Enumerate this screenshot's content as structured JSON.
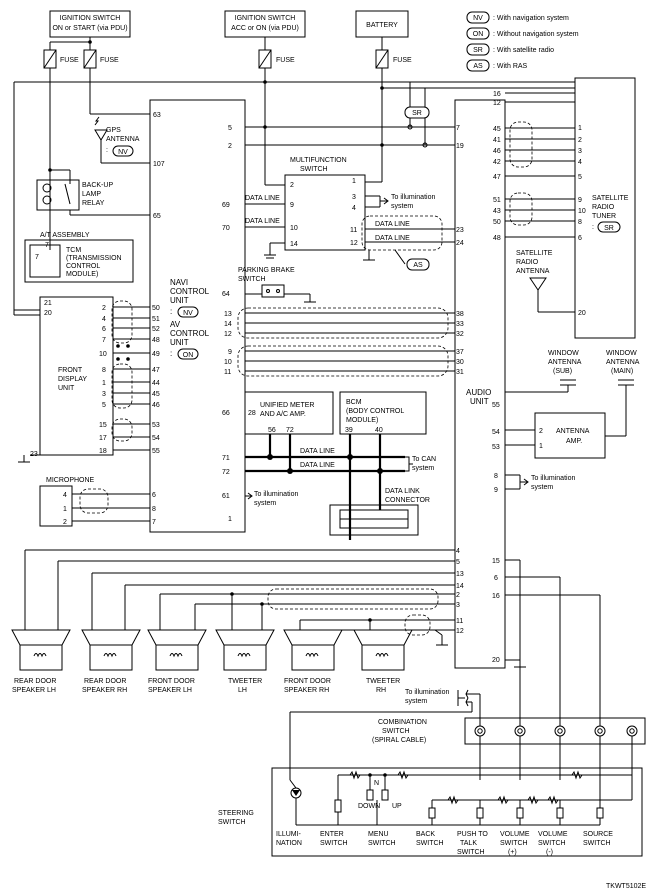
{
  "sources": {
    "ign_on": [
      "IGNITION SWITCH",
      "ON or START (via PDU)"
    ],
    "ign_acc": [
      "IGNITION SWITCH",
      "ACC or ON (via PDU)"
    ],
    "battery": "BATTERY",
    "fuse": "FUSE"
  },
  "legend": [
    {
      "code": "NV",
      "text": ": With navigation system"
    },
    {
      "code": "ON",
      "text": ": Without navigation system"
    },
    {
      "code": "SR",
      "text": ": With satellite radio"
    },
    {
      "code": "AS",
      "text": ": With RAS"
    }
  ],
  "components": {
    "gps": [
      "GPS",
      "ANTENNA",
      ": "
    ],
    "backup_relay": [
      "BACK-UP",
      "LAMP",
      "RELAY"
    ],
    "at_assembly": "A/T ASSEMBLY",
    "tcm": [
      "TCM",
      "(TRANSMISSION",
      "CONTROL",
      "MODULE)"
    ],
    "multifunction": [
      "MULTIFUNCTION",
      "SWITCH"
    ],
    "parking_brake": [
      "PARKING BRAKE",
      "SWITCH"
    ],
    "navi_unit": [
      "NAVI",
      "CONTROL",
      "UNIT",
      ": "
    ],
    "av_unit": [
      "AV",
      "CONTROL",
      "UNIT",
      ": "
    ],
    "front_display": [
      "FRONT",
      "DISPLAY",
      "UNIT"
    ],
    "meter": [
      "UNIFIED METER",
      "AND A/C AMP."
    ],
    "bcm": [
      "BCM",
      "(BODY CONTROL",
      "MODULE)"
    ],
    "data_link": [
      "DATA LINK",
      "CONNECTOR"
    ],
    "microphone": "MICROPHONE",
    "audio_unit": [
      "AUDIO",
      "UNIT"
    ],
    "sat_tuner": [
      "SATELLITE",
      "RADIO",
      "TUNER",
      ": "
    ],
    "sat_antenna": [
      "SATELLITE",
      "RADIO",
      "ANTENNA"
    ],
    "win_ant_sub": [
      "WINDOW",
      "ANTENNA",
      "(SUB)"
    ],
    "win_ant_main": [
      "WINDOW",
      "ANTENNA",
      "(MAIN)"
    ],
    "antenna_amp": [
      "ANTENNA",
      "AMP."
    ],
    "combination": [
      "COMBINATION",
      "SWITCH",
      "(SPIRAL CABLE)"
    ],
    "steering": [
      "STEERING",
      "SWITCH"
    ]
  },
  "labels": {
    "data_line": "DATA LINE",
    "to_illum": [
      "To illumination",
      "system"
    ],
    "to_can": [
      "To CAN",
      "system"
    ],
    "down": "DOWN",
    "up": "UP",
    "n": "N"
  },
  "speakers": [
    [
      "REAR DOOR",
      "SPEAKER LH"
    ],
    [
      "REAR DOOR",
      "SPEAKER RH"
    ],
    [
      "FRONT DOOR",
      "SPEAKER LH"
    ],
    [
      "TWEETER",
      "LH"
    ],
    [
      "FRONT DOOR",
      "SPEAKER RH"
    ],
    [
      "TWEETER",
      "RH"
    ]
  ],
  "switches": [
    [
      "ILLUMI-",
      "NATION"
    ],
    [
      "ENTER",
      "SWITCH"
    ],
    [
      "MENU",
      "SWITCH"
    ],
    [
      "BACK",
      "SWITCH"
    ],
    [
      "PUSH TO",
      "TALK",
      "SWITCH"
    ],
    [
      "VOLUME",
      "SWITCH",
      "(+)"
    ],
    [
      "VOLUME",
      "SWITCH",
      "(-)"
    ],
    [
      "SOURCE",
      "SWITCH"
    ]
  ],
  "pins": {
    "navi_left": [
      "63",
      "107",
      "65"
    ],
    "navi_mid": [
      "5",
      "2",
      "69",
      "70",
      "64",
      "13",
      "14",
      "12",
      "9",
      "10",
      "11",
      "66",
      "71",
      "72",
      "61",
      "1"
    ],
    "navi_left_col": [
      "50",
      "51",
      "52",
      "48",
      "49",
      "47",
      "44",
      "45",
      "46",
      "53",
      "54",
      "55",
      "6",
      "8",
      "7"
    ],
    "display_right": [
      "2",
      "4",
      "6",
      "7",
      "10",
      "8",
      "1",
      "3",
      "5",
      "15",
      "17",
      "18"
    ],
    "display_left": [
      "21",
      "20",
      "23"
    ],
    "multi_left": [
      "2",
      "9",
      "10",
      "14"
    ],
    "multi_right": [
      "1",
      "3",
      "4",
      "11",
      "12"
    ],
    "audio_left_top": [
      "7",
      "19",
      "23",
      "24",
      "38",
      "33",
      "32",
      "37",
      "30",
      "31"
    ],
    "audio_right_top": [
      "16",
      "12",
      "45",
      "41",
      "46",
      "42",
      "47",
      "51",
      "43",
      "50",
      "48"
    ],
    "tuner_left": [
      "1",
      "2",
      "3",
      "4",
      "5",
      "9",
      "10",
      "8",
      "6",
      "20"
    ],
    "audio_right_mid": [
      "55",
      "54",
      "53",
      "8",
      "9",
      "15",
      "6",
      "16",
      "20"
    ],
    "amp": [
      "2",
      "1"
    ],
    "audio_bottom_left": [
      "4",
      "5",
      "13",
      "14",
      "2",
      "3",
      "11",
      "12"
    ],
    "tcm": [
      "7",
      "7"
    ],
    "meter": [
      "28",
      "56",
      "72"
    ],
    "bcm": [
      "39",
      "40"
    ],
    "mic": [
      "4",
      "1",
      "2"
    ]
  },
  "footer_code": "TKWT5102E"
}
